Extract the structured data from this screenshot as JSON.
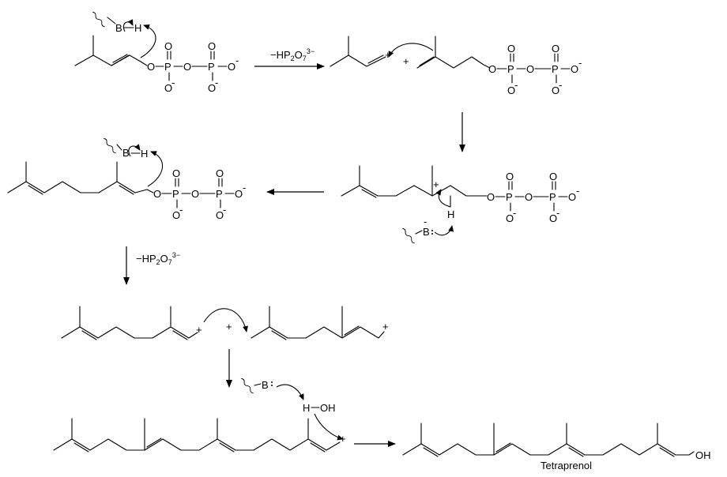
{
  "atoms": {
    "oxygen": "O",
    "phosphorus": "P",
    "hydrogen": "H",
    "base": "B",
    "hydroxyl": "OH",
    "minus": "-",
    "plus": "+"
  },
  "loss_label": {
    "prefix": "−HP",
    "sub1": "2",
    "mid": "O",
    "sub2": "7",
    "charge": "3−"
  },
  "product_name": "Tetraprenol",
  "colors": {
    "ink": "#000000",
    "background": "#ffffff"
  }
}
